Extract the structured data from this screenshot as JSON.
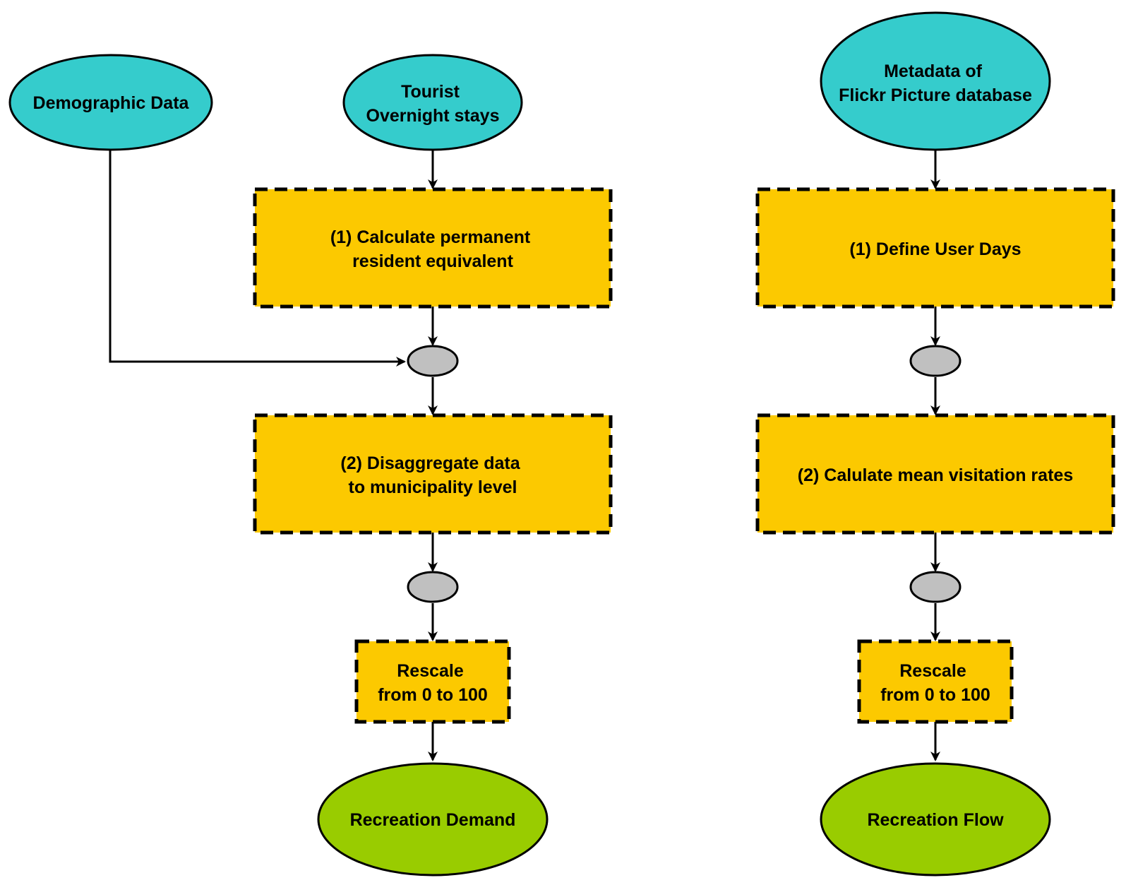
{
  "colors": {
    "input_fill": "#35cccc",
    "process_fill": "#fcc900",
    "output_fill": "#99cc00",
    "junction_fill": "#c0c0c0",
    "stroke": "#000000",
    "background": "#ffffff"
  },
  "left": {
    "demographic": [
      "Demographic Data"
    ],
    "tourist": [
      "Tourist",
      "Overnight stays"
    ],
    "step1": [
      "(1) Calculate permanent",
      "resident equivalent"
    ],
    "step2": [
      "(2) Disaggregate data",
      "to municipality level"
    ],
    "rescale": [
      "Rescale",
      "from 0 to 100"
    ],
    "output": [
      "Recreation Demand"
    ]
  },
  "right": {
    "metadata": [
      "Metadata of",
      "Flickr Picture database"
    ],
    "step1": [
      "(1) Define User Days"
    ],
    "step2": [
      "(2) Calulate mean visitation rates"
    ],
    "rescale": [
      "Rescale",
      "from 0 to 100"
    ],
    "output": [
      "Recreation Flow"
    ]
  }
}
